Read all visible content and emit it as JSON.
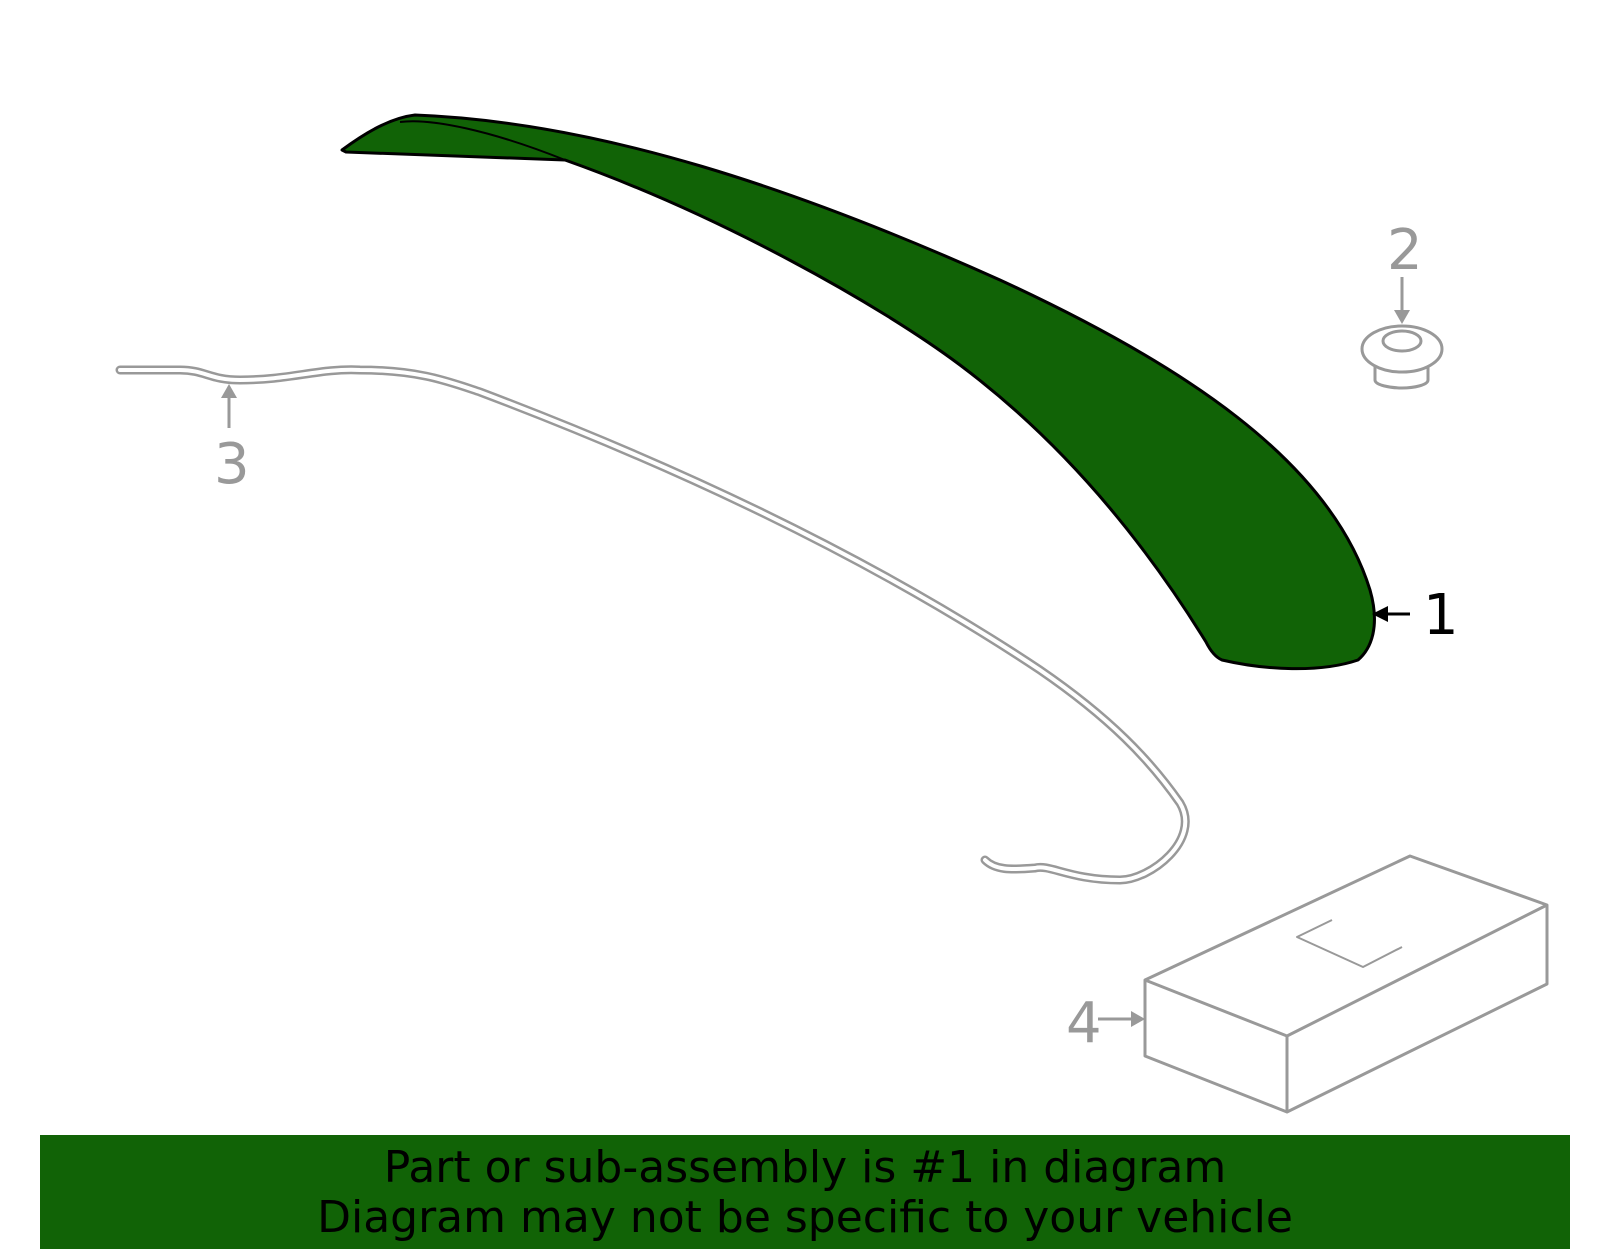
{
  "diagram": {
    "callouts": [
      {
        "number": "1",
        "part": "highlighted"
      },
      {
        "number": "2",
        "part": "other"
      },
      {
        "number": "3",
        "part": "other"
      },
      {
        "number": "4",
        "part": "other"
      }
    ],
    "colors": {
      "highlight": "#116306",
      "outline": "#000000",
      "other_parts": "#999999",
      "background": "#ffffff"
    }
  },
  "banner": {
    "line1": "Part or sub-assembly is #1 in diagram",
    "line2": "Diagram may not be specific to your vehicle"
  }
}
